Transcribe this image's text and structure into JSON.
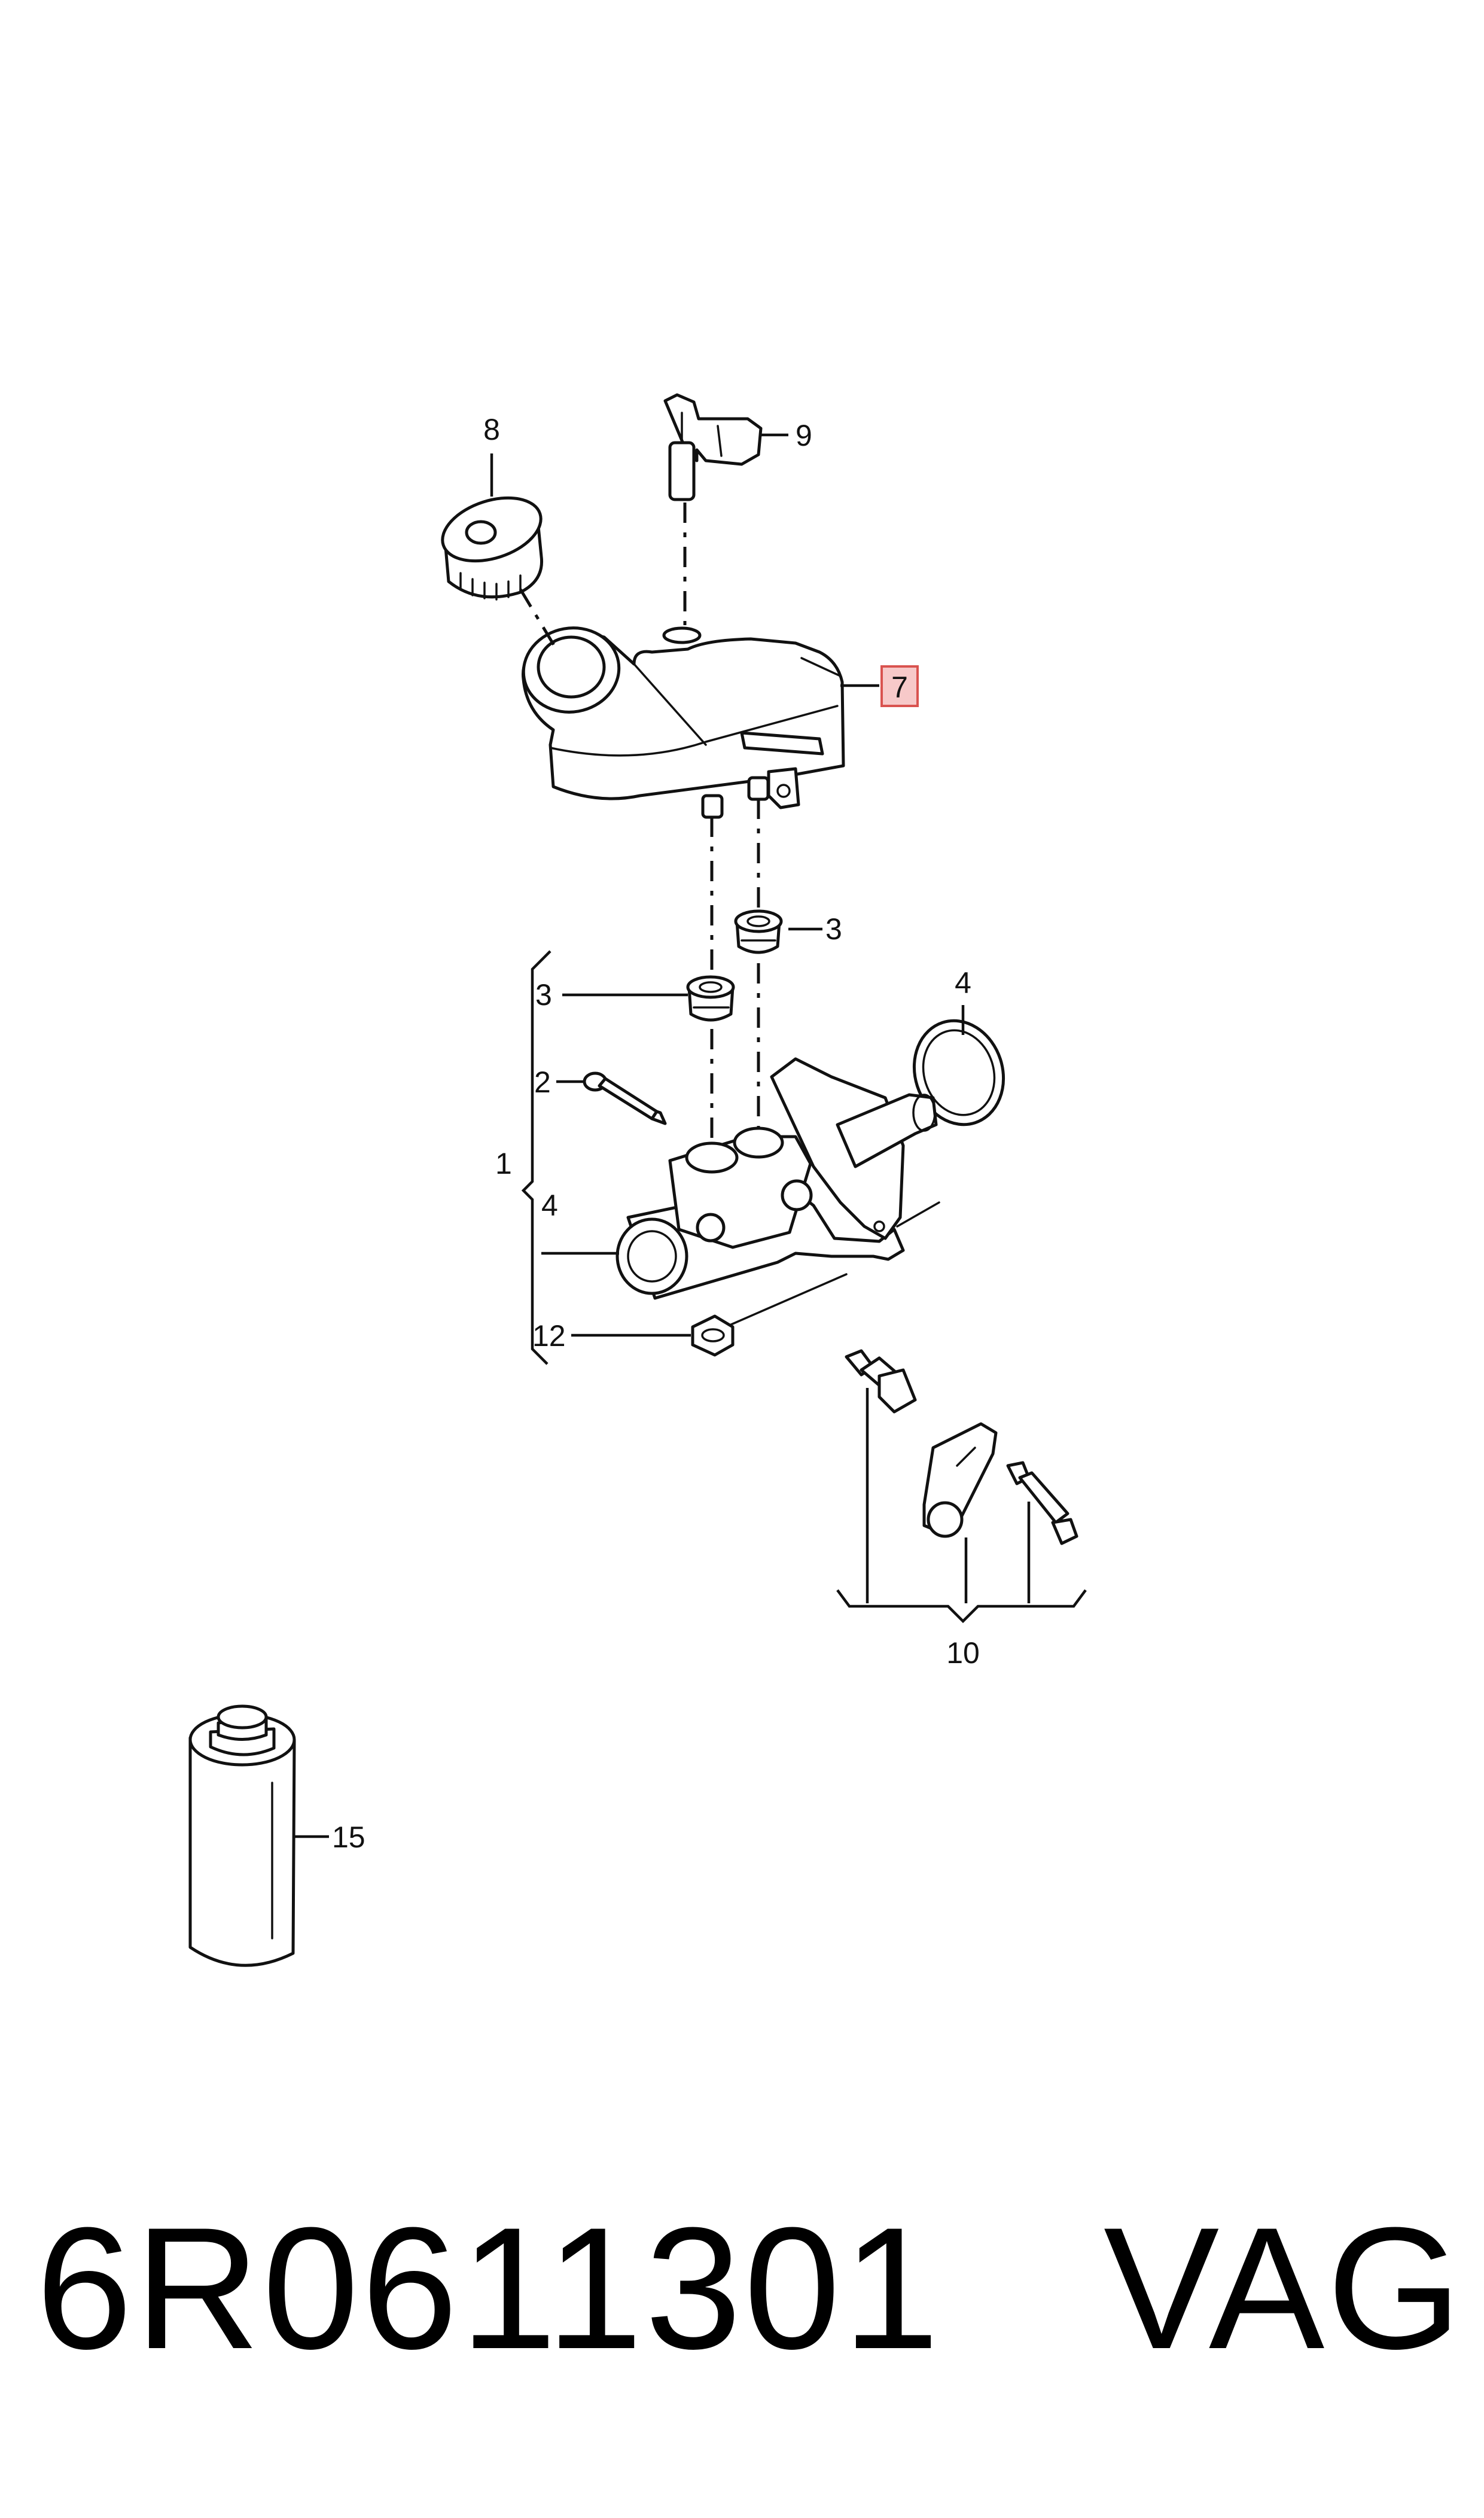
{
  "diagram": {
    "callouts": {
      "c1": "1",
      "c2": "2",
      "c3_left": "3",
      "c3_right": "3",
      "c4_left": "4",
      "c4_right": "4",
      "c7": "7",
      "c8": "8",
      "c9": "9",
      "c10": "10",
      "c12": "12",
      "c15": "15"
    },
    "highlighted_callout": "7",
    "highlight_color": "#f7c9c9",
    "highlight_border_color": "#d9534f"
  },
  "footer": {
    "part_number": "6R0611301",
    "brand": "VAG"
  }
}
